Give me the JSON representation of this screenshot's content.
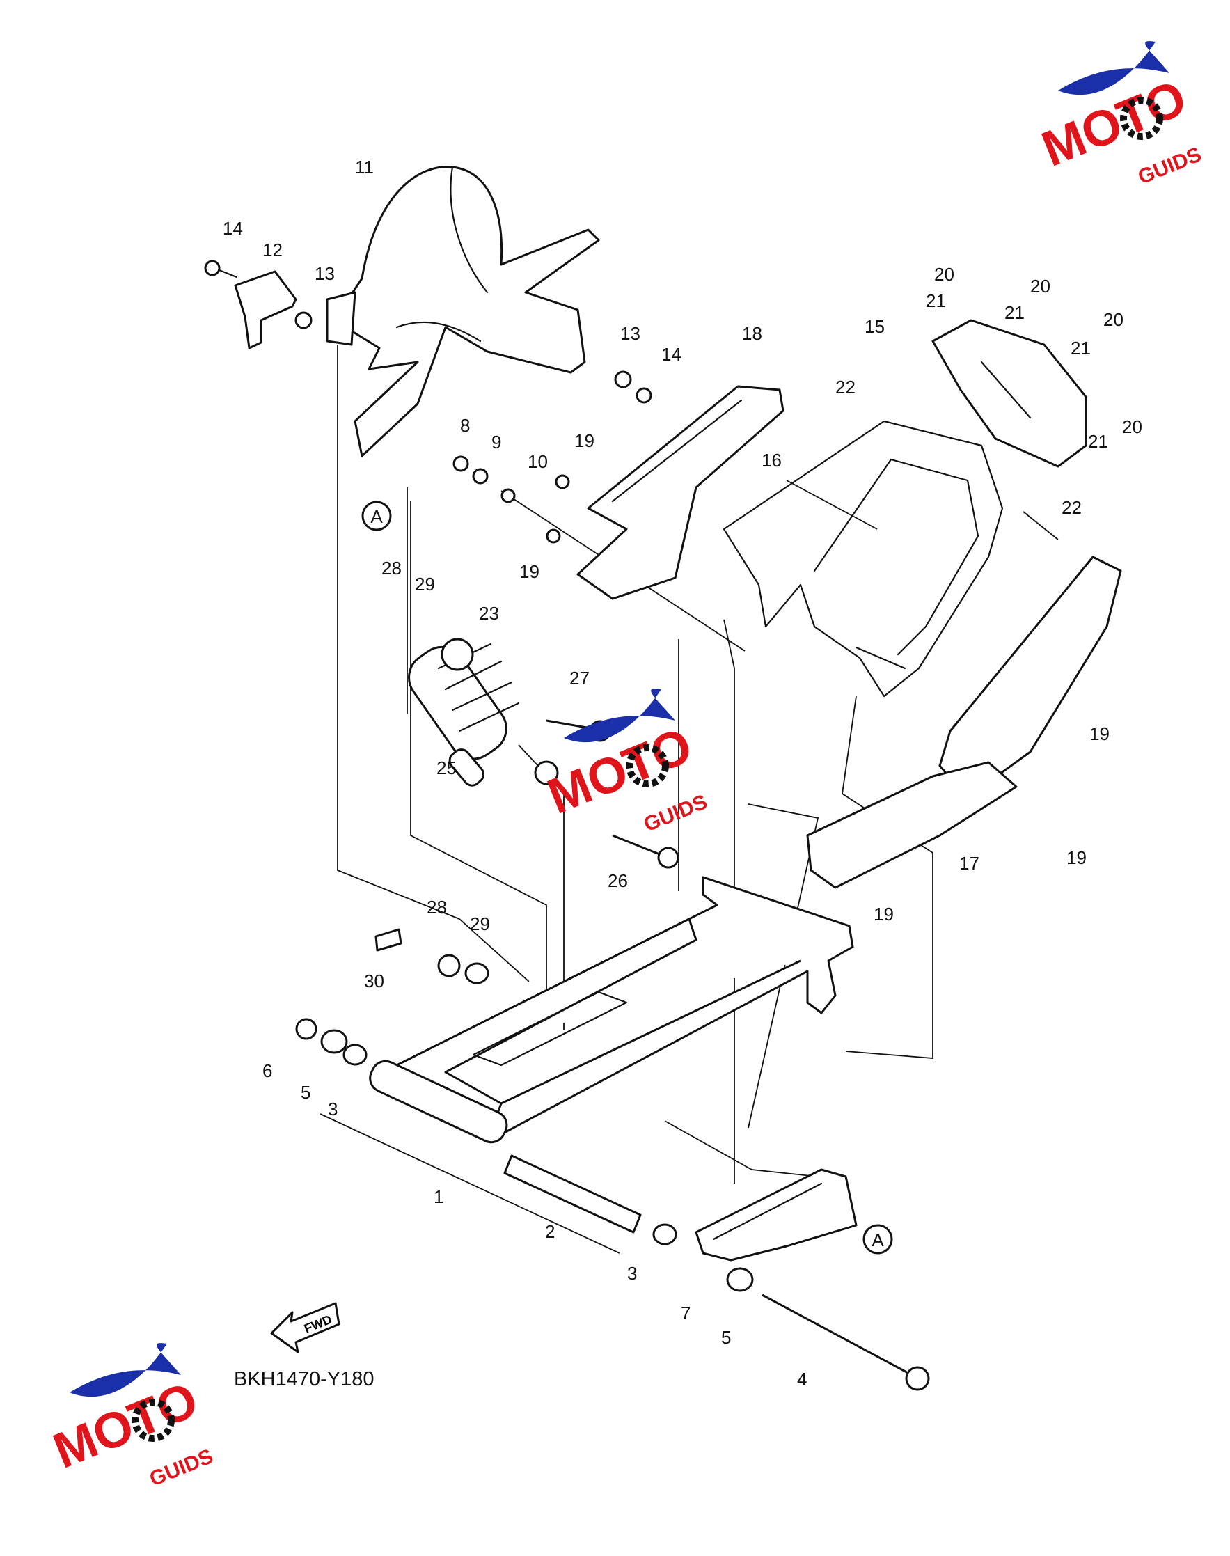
{
  "diagram": {
    "code": "BKH1470-Y180",
    "fwd_label": "FWD",
    "ref_marker": "A",
    "parts": [
      {
        "id": "p1",
        "label": "1"
      },
      {
        "id": "p2",
        "label": "2"
      },
      {
        "id": "p3a",
        "label": "3"
      },
      {
        "id": "p3b",
        "label": "3"
      },
      {
        "id": "p4",
        "label": "4"
      },
      {
        "id": "p5a",
        "label": "5"
      },
      {
        "id": "p5b",
        "label": "5"
      },
      {
        "id": "p6",
        "label": "6"
      },
      {
        "id": "p7",
        "label": "7"
      },
      {
        "id": "p8",
        "label": "8"
      },
      {
        "id": "p9",
        "label": "9"
      },
      {
        "id": "p10",
        "label": "10"
      },
      {
        "id": "p11",
        "label": "11"
      },
      {
        "id": "p12",
        "label": "12"
      },
      {
        "id": "p13a",
        "label": "13"
      },
      {
        "id": "p13b",
        "label": "13"
      },
      {
        "id": "p14a",
        "label": "14"
      },
      {
        "id": "p14b",
        "label": "14"
      },
      {
        "id": "p15",
        "label": "15"
      },
      {
        "id": "p16",
        "label": "16"
      },
      {
        "id": "p17",
        "label": "17"
      },
      {
        "id": "p18",
        "label": "18"
      },
      {
        "id": "p19a",
        "label": "19"
      },
      {
        "id": "p19b",
        "label": "19"
      },
      {
        "id": "p19c",
        "label": "19"
      },
      {
        "id": "p19d",
        "label": "19"
      },
      {
        "id": "p19e",
        "label": "19"
      },
      {
        "id": "p20a",
        "label": "20"
      },
      {
        "id": "p20b",
        "label": "20"
      },
      {
        "id": "p20c",
        "label": "20"
      },
      {
        "id": "p20d",
        "label": "20"
      },
      {
        "id": "p21a",
        "label": "21"
      },
      {
        "id": "p21b",
        "label": "21"
      },
      {
        "id": "p21c",
        "label": "21"
      },
      {
        "id": "p21d",
        "label": "21"
      },
      {
        "id": "p22a",
        "label": "22"
      },
      {
        "id": "p22b",
        "label": "22"
      },
      {
        "id": "p23",
        "label": "23"
      },
      {
        "id": "p25",
        "label": "25"
      },
      {
        "id": "p26",
        "label": "26"
      },
      {
        "id": "p27",
        "label": "27"
      },
      {
        "id": "p28a",
        "label": "28"
      },
      {
        "id": "p28b",
        "label": "28"
      },
      {
        "id": "p29a",
        "label": "29"
      },
      {
        "id": "p29b",
        "label": "29"
      },
      {
        "id": "p30",
        "label": "30"
      }
    ]
  },
  "logo": {
    "brand_main": "MOTO",
    "brand_suffix": "GUIDS",
    "colors": {
      "swoosh": "#1a2fa8",
      "red": "#e0141b",
      "black": "#111111"
    }
  }
}
